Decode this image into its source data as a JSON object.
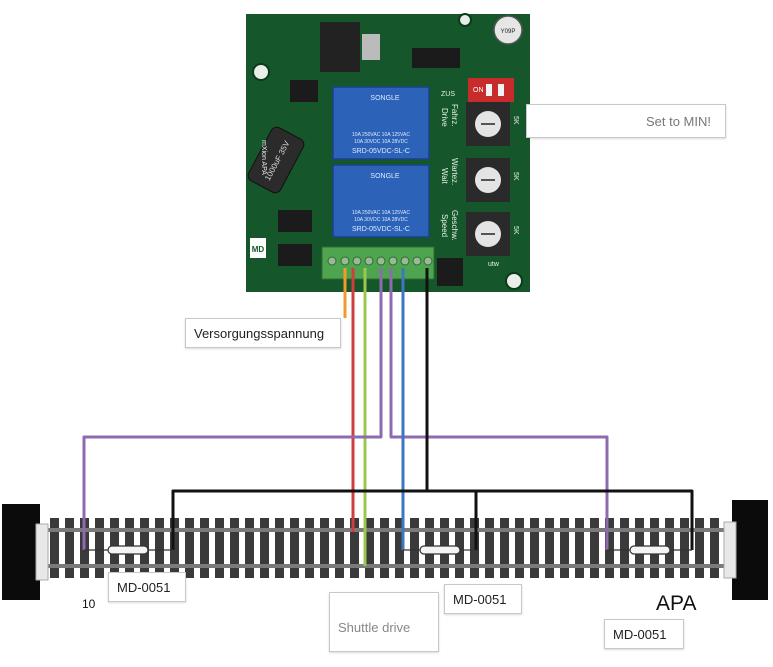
{
  "labels": {
    "set_to_min": "Set to MIN!",
    "supply_voltage": "Versorgungsspannung",
    "shuttle_drive": "Shuttle drive",
    "sensor_1": "MD-0051",
    "sensor_2": "MD-0051",
    "sensor_3": "MD-0051",
    "number_10": "10",
    "apa": "APA"
  },
  "board": {
    "relay_brand": "SONGLE",
    "relay_model": "SRD-05VDC-SL-C",
    "relay_rating_1": "10A 250VAC 10A 125VAC",
    "relay_rating_2": "10A 30VDC 10A 28VDC",
    "pot_label": "5K",
    "silk_drive": "Drive",
    "silk_fahrz": "Fahrz.",
    "silk_wait": "Wait",
    "silk_wartez": "Wartez.",
    "silk_speed": "Speed",
    "silk_geschw": "Geschw.",
    "silk_zus": "ZUS",
    "silk_on": "ON",
    "silk_utw": "utw",
    "silk_brand": "mXion APA",
    "silk_md": "MD",
    "cap_top": "1000uF 35V",
    "cap_small": "Y09P"
  },
  "colors": {
    "pcb": "#15572b",
    "relay": "#2c63b8",
    "wire_orange": "#f39a2b",
    "wire_red": "#cf3d3d",
    "wire_green": "#9cc74d",
    "wire_purple": "#8d6bb0",
    "wire_blue": "#3f76c4",
    "wire_black": "#111111",
    "rail": "#6b6b6b",
    "sleeper": "#3a3a3a",
    "buffer": "#0b0b0b"
  }
}
